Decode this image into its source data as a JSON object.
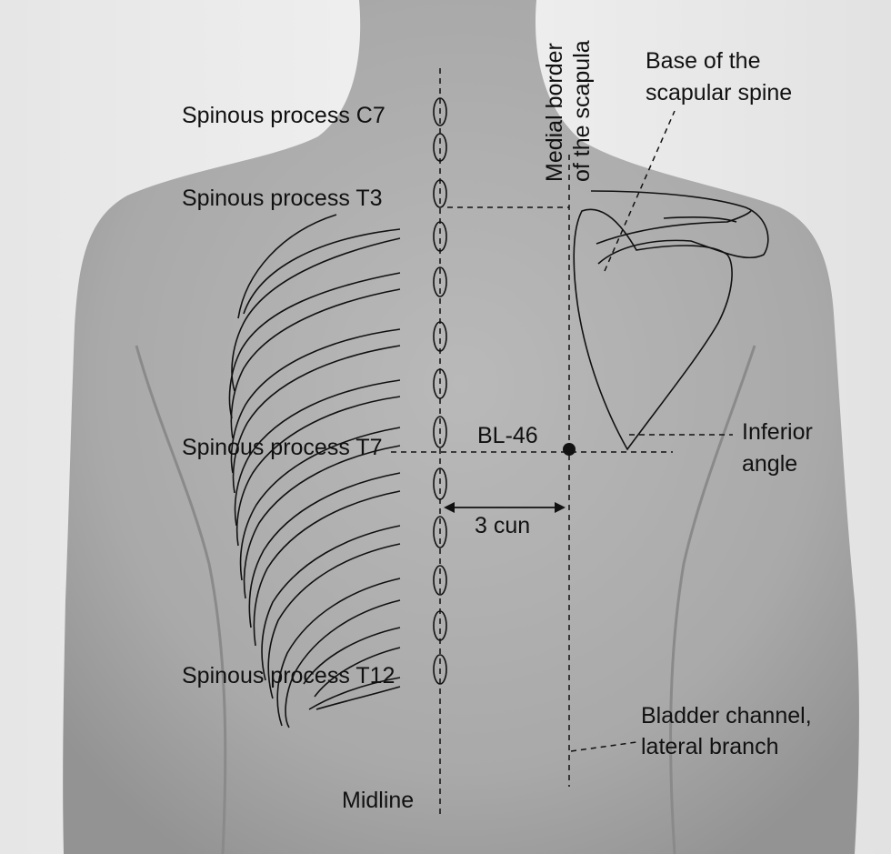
{
  "labels": {
    "c7": "Spinous process C7",
    "t3": "Spinous process T3",
    "t7": "Spinous process T7",
    "t12": "Spinous process T12",
    "midline": "Midline",
    "medial_border_line1": "Medial border",
    "medial_border_line2": "of the scapula",
    "scapular_spine_line1": "Base of the",
    "scapular_spine_line2": "scapular spine",
    "inferior_line1": "Inferior",
    "inferior_line2": "angle",
    "point": "BL-46",
    "distance": "3 cun",
    "channel_line1": "Bladder channel,",
    "channel_line2": "lateral branch"
  }
}
